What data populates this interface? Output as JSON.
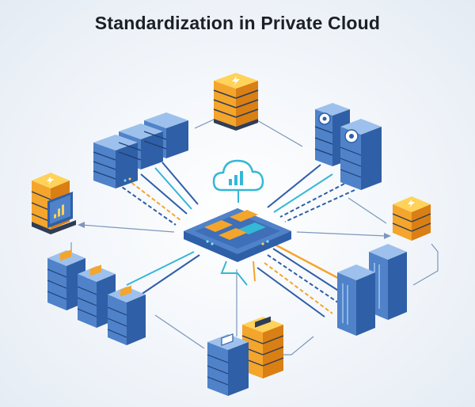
{
  "diagram": {
    "title": "Standardization in Private Cloud",
    "colors": {
      "blue_front": "#4f82c9",
      "blue_side": "#2f5fa6",
      "blue_top": "#9dc1ec",
      "orange_front": "#f4a52c",
      "orange_side": "#d97f14",
      "orange_top": "#ffd25a",
      "cyan_link": "#35b7d6",
      "orange_link": "#f4a52c",
      "navy_link": "#2f5ea8",
      "gray_arrow": "#6f8fb8"
    },
    "nodes": [
      {
        "id": "central-hub",
        "icon": "cloud-chart-icon"
      },
      {
        "id": "top-orange-server",
        "icon": "lightning-icon"
      },
      {
        "id": "top-left-blade-servers",
        "icon": "none"
      },
      {
        "id": "top-right-fan-servers",
        "icon": "gear-icon"
      },
      {
        "id": "left-monitor-server",
        "icon": "bar-chart-icon"
      },
      {
        "id": "right-small-orange-server",
        "icon": "lightning-icon"
      },
      {
        "id": "bottom-left-server-group",
        "icon": "chip-icon"
      },
      {
        "id": "bottom-center-server-pair",
        "icon": "chip-icon"
      },
      {
        "id": "bottom-right-tower-servers",
        "icon": "none"
      }
    ]
  }
}
